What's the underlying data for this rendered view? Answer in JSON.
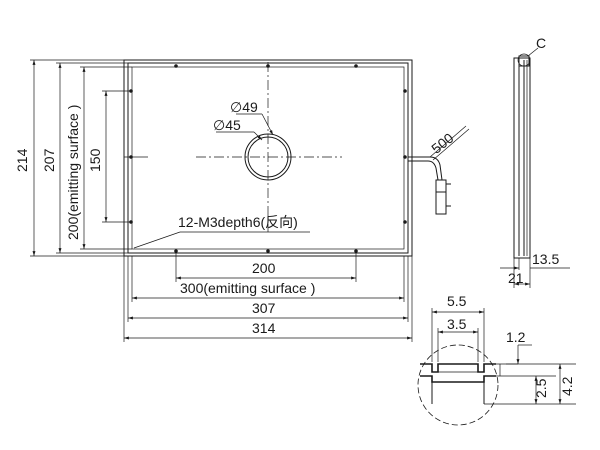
{
  "front_view": {
    "dim_width_overall": "314",
    "dim_width_frame": "307",
    "dim_width_emitting": "300(emitting surface )",
    "dim_hole_spacing_x": "200",
    "dim_height_overall": "214",
    "dim_height_frame": "207",
    "dim_height_emitting": "200(emitting surface )",
    "dim_hole_spacing_y": "150",
    "dim_circle_outer": "∅49",
    "dim_circle_inner": "∅45",
    "dim_cable_length": "500",
    "note_mounting_holes": "12-M3depth6(反向)"
  },
  "side_view": {
    "label_detail": "C",
    "dim_thickness": "13.5",
    "dim_depth": "21"
  },
  "detail_view": {
    "dim_slot_outer": "5.5",
    "dim_slot_inner": "3.5",
    "dim_lip": "1.2",
    "dim_groove": "2.5",
    "dim_height": "4.2"
  },
  "colors": {
    "line": "#1a1a1a",
    "background": "#ffffff"
  }
}
